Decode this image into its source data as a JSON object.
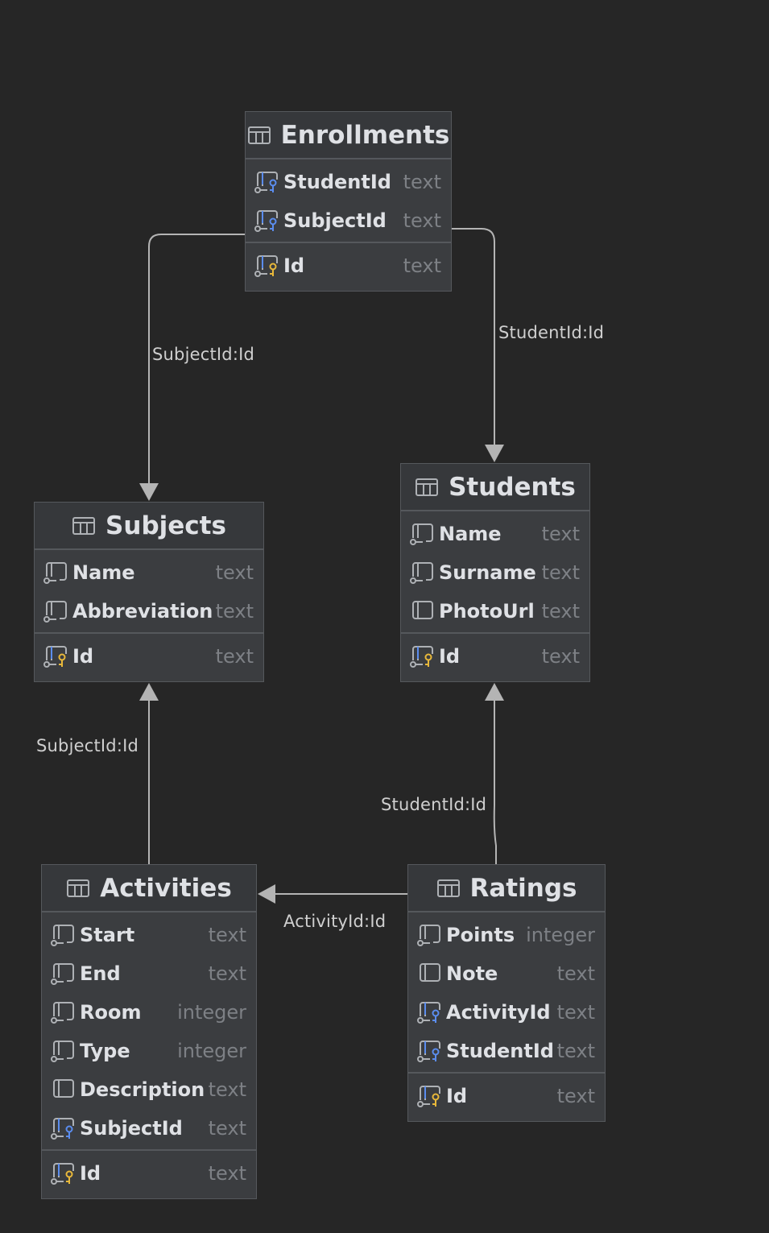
{
  "tables": [
    {
      "id": "enrollments",
      "title": "Enrollments",
      "columns": [
        {
          "name": "StudentId",
          "type": "text",
          "kind": "fk"
        },
        {
          "name": "SubjectId",
          "type": "text",
          "kind": "fk"
        }
      ],
      "pk": {
        "name": "Id",
        "type": "text"
      }
    },
    {
      "id": "students",
      "title": "Students",
      "columns": [
        {
          "name": "Name",
          "type": "text",
          "kind": "req"
        },
        {
          "name": "Surname",
          "type": "text",
          "kind": "req"
        },
        {
          "name": "PhotoUrl",
          "type": "text",
          "kind": "plain"
        }
      ],
      "pk": {
        "name": "Id",
        "type": "text"
      }
    },
    {
      "id": "subjects",
      "title": "Subjects",
      "columns": [
        {
          "name": "Name",
          "type": "text",
          "kind": "req"
        },
        {
          "name": "Abbreviation",
          "type": "text",
          "kind": "req"
        }
      ],
      "pk": {
        "name": "Id",
        "type": "text"
      }
    },
    {
      "id": "activities",
      "title": "Activities",
      "columns": [
        {
          "name": "Start",
          "type": "text",
          "kind": "req"
        },
        {
          "name": "End",
          "type": "text",
          "kind": "req"
        },
        {
          "name": "Room",
          "type": "integer",
          "kind": "req"
        },
        {
          "name": "Type",
          "type": "integer",
          "kind": "req"
        },
        {
          "name": "Description",
          "type": "text",
          "kind": "plain"
        },
        {
          "name": "SubjectId",
          "type": "text",
          "kind": "fk"
        }
      ],
      "pk": {
        "name": "Id",
        "type": "text"
      }
    },
    {
      "id": "ratings",
      "title": "Ratings",
      "columns": [
        {
          "name": "Points",
          "type": "integer",
          "kind": "req"
        },
        {
          "name": "Note",
          "type": "text",
          "kind": "plain"
        },
        {
          "name": "ActivityId",
          "type": "text",
          "kind": "fk"
        },
        {
          "name": "StudentId",
          "type": "text",
          "kind": "fk"
        }
      ],
      "pk": {
        "name": "Id",
        "type": "text"
      }
    }
  ],
  "relations": [
    {
      "id": "enrollments-subjects",
      "from": "Enrollments",
      "to": "Subjects",
      "label": "SubjectId:Id"
    },
    {
      "id": "enrollments-students",
      "from": "Enrollments",
      "to": "Students",
      "label": "StudentId:Id"
    },
    {
      "id": "activities-subjects",
      "from": "Activities",
      "to": "Subjects",
      "label": "SubjectId:Id"
    },
    {
      "id": "ratings-students",
      "from": "Ratings",
      "to": "Students",
      "label": "StudentId:Id"
    },
    {
      "id": "ratings-activities",
      "from": "Ratings",
      "to": "Activities",
      "label": "ActivityId:Id"
    }
  ],
  "colors": {
    "background": "#262626",
    "table_fill": "#3b3d40",
    "border": "#55585c",
    "text": "#dfe1e5",
    "type_text": "#7d8085",
    "line": "#b4b4b4",
    "fk_key": "#5b8def",
    "pk_key": "#e8b83a"
  }
}
